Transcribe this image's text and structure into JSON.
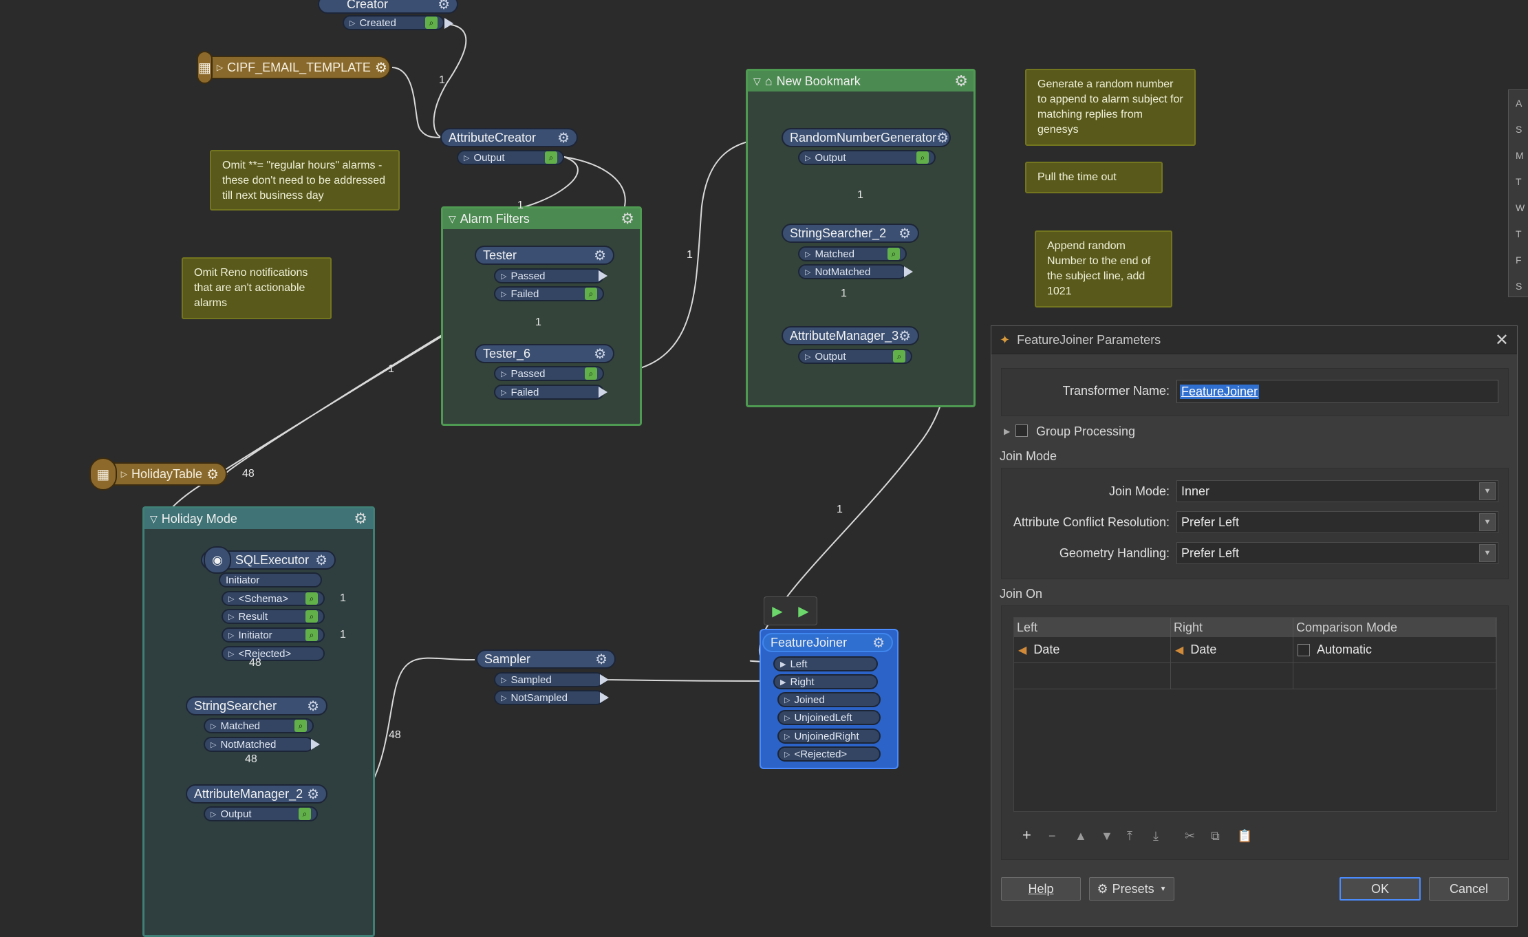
{
  "canvas": {
    "bookmarks": {
      "alarm_filters": "Alarm Filters",
      "new_bookmark": "New Bookmark",
      "holiday_mode": "Holiday Mode"
    },
    "transformers": {
      "creator": "Creator",
      "attribute_creator": "AttributeCreator",
      "tester": "Tester",
      "tester_6": "Tester_6",
      "random_number_generator": "RandomNumberGenerator",
      "string_searcher_2": "StringSearcher_2",
      "attribute_manager_3": "AttributeManager_3",
      "sql_executor": "SQLExecutor",
      "string_searcher": "StringSearcher",
      "attribute_manager_2": "AttributeManager_2",
      "sampler": "Sampler",
      "feature_joiner": "FeatureJoiner"
    },
    "readers": {
      "cipf_email_template": "CIPF_EMAIL_TEMPLATE",
      "holiday_table": "HolidayTable"
    },
    "ports": {
      "created": "Created",
      "output": "Output",
      "passed": "Passed",
      "failed": "Failed",
      "matched": "Matched",
      "not_matched": "NotMatched",
      "initiator": "Initiator",
      "schema": "<Schema>",
      "result": "Result",
      "rejected": "<Rejected>",
      "sampled": "Sampled",
      "not_sampled": "NotSampled",
      "left": "Left",
      "right": "Right",
      "joined": "Joined",
      "unjoined_left": "UnjoinedLeft",
      "unjoined_right": "UnjoinedRight"
    },
    "counts": {
      "one": "1",
      "forty_eight": "48"
    },
    "annotations": {
      "omit_regular_hours": "Omit **= \"regular hours\" alarms - these don't need to be addressed till next business day",
      "omit_reno": "Omit Reno notifications that are an't actionable alarms",
      "generate_random": "Generate a random number to append to alarm subject for matching replies from genesys",
      "pull_time_out": "Pull the time out",
      "append_random": "Append random Number to the end of the subject line, add 1021"
    }
  },
  "dialog": {
    "title": "FeatureJoiner Parameters",
    "transformer_name_label": "Transformer Name:",
    "transformer_name_value": "FeatureJoiner",
    "group_processing_label": "Group Processing",
    "join_mode_section": "Join Mode",
    "join_mode_label": "Join Mode:",
    "join_mode_value": "Inner",
    "conflict_label": "Attribute Conflict Resolution:",
    "conflict_value": "Prefer Left",
    "geometry_label": "Geometry Handling:",
    "geometry_value": "Prefer Left",
    "join_on_section": "Join On",
    "columns": [
      "Left",
      "Right",
      "Comparison Mode"
    ],
    "rows": [
      {
        "left": "Date",
        "right": "Date",
        "mode": "Automatic"
      }
    ],
    "buttons": {
      "help": "Help",
      "presets": "Presets",
      "ok": "OK",
      "cancel": "Cancel"
    }
  },
  "colors": {
    "canvas_bg": "#2b2b2b",
    "transformer": "#3a4f72",
    "bookmark_green": "#4f9a52",
    "bookmark_teal": "#3f7f76",
    "reader": "#8a6a2c",
    "annotation": "#58591b",
    "selected": "#2f6fd0"
  }
}
